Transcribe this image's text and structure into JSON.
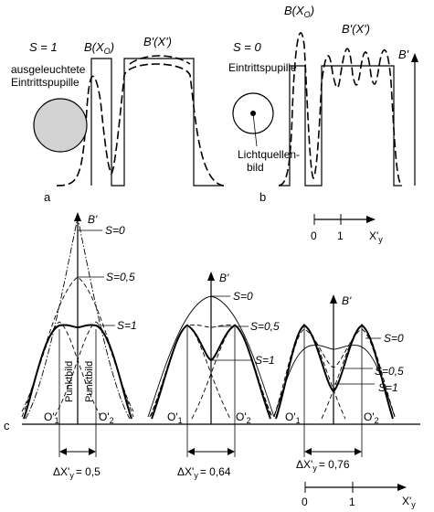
{
  "panel_a": {
    "letter": "a",
    "s_label": "S = 1",
    "b_label": "B(X",
    "b_sub": "O",
    "b_close": ")",
    "bp_label": "B'(X')",
    "pupil_line1": "ausgeleuchtete",
    "pupil_line2": "Eintrittspupille"
  },
  "panel_b": {
    "letter": "b",
    "s_label": "S = 0",
    "b_label": "B(X",
    "b_sub": "O",
    "b_close": ")",
    "bp_label": "B'(X')",
    "axis_label": "B'",
    "pupil_line1": "Eintrittspupille",
    "source_line1": "Lichtquellen-",
    "source_line2": "bild"
  },
  "scale_top": {
    "tick0": "0",
    "tick1": "1",
    "axis": "X'",
    "axis_sub": "y"
  },
  "panel_c": {
    "letter": "c",
    "axis_label": "B'",
    "s0": "S=0",
    "s05": "S=0,5",
    "s1": "S=1",
    "o1": "O'",
    "o1_sub": "1",
    "o2": "O'",
    "o2_sub": "2",
    "punktbild": "Punktbild",
    "left_delta": "ΔX'",
    "left_delta_sub": "y",
    "left_delta_val": "= 0,5",
    "mid_delta_val": "= 0,64",
    "right_delta_val": "= 0,76"
  },
  "scale_bottom": {
    "tick0": "0",
    "tick1": "1",
    "axis": "X'",
    "axis_sub": "y"
  }
}
